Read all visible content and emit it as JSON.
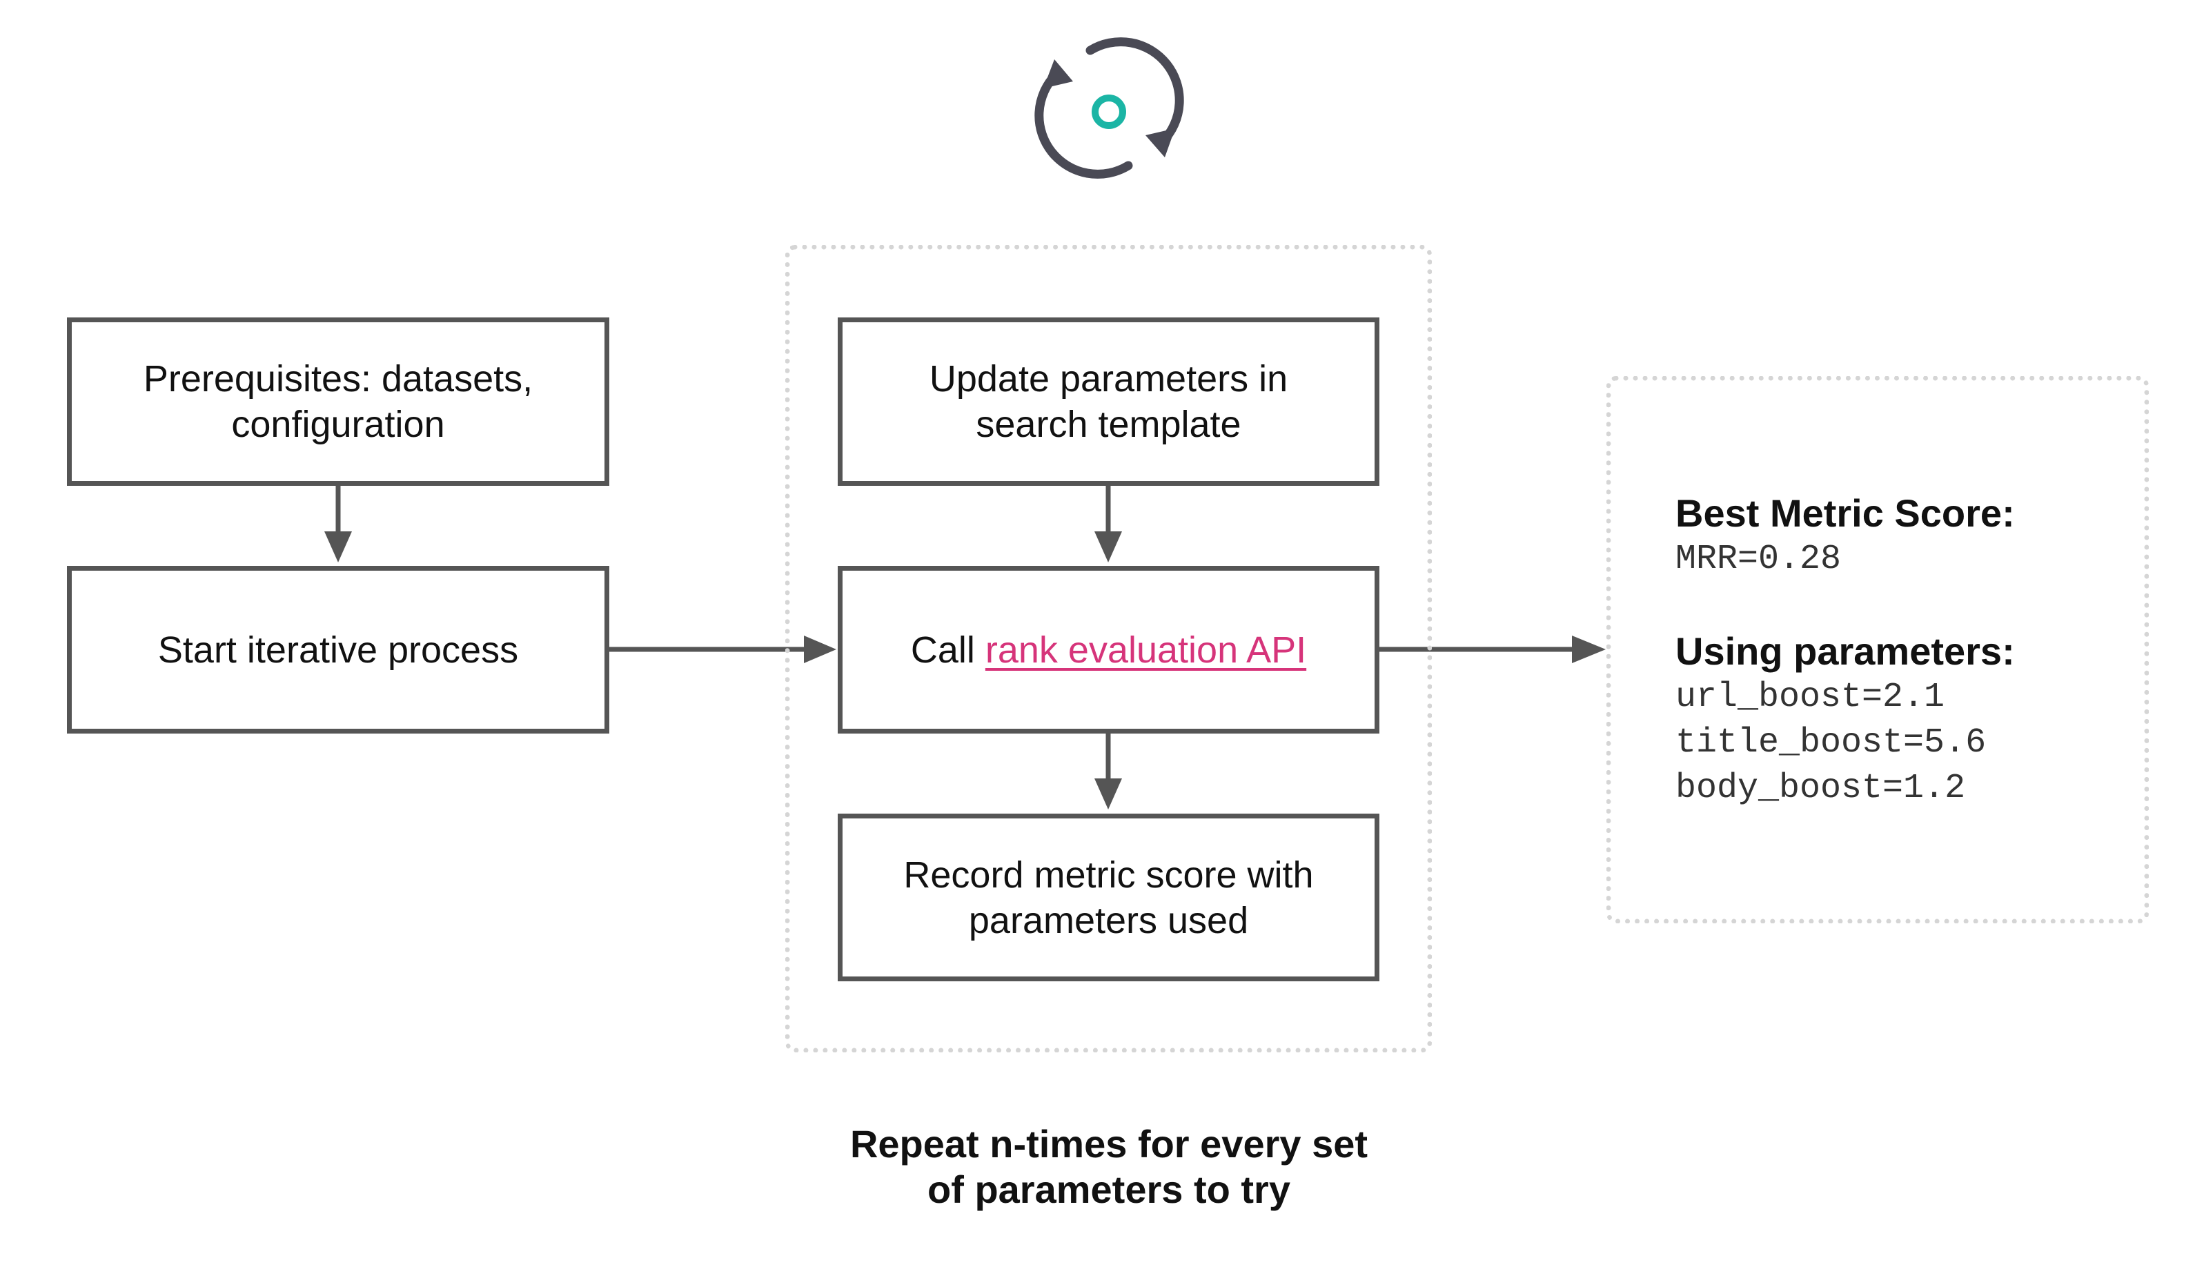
{
  "colors": {
    "box_border": "#555555",
    "arrow": "#555555",
    "link": "#d6347a",
    "cycle_icon": "#4a4a55",
    "cycle_center": "#1bb5a5",
    "dotted_frame": "#d5d5d5"
  },
  "icons": {
    "top": "cycle-refresh-icon"
  },
  "left": {
    "prereq_line1": "Prerequisites: datasets,",
    "prereq_line2": "configuration",
    "start": "Start iterative process"
  },
  "loop": {
    "update_line1": "Update parameters in",
    "update_line2": "search template",
    "call_prefix": "Call ",
    "call_link": "rank evaluation API",
    "record_line1": "Record metric score with",
    "record_line2": "parameters used",
    "caption_line1": "Repeat n-times for every set",
    "caption_line2": "of parameters to try"
  },
  "result": {
    "best_heading": "Best Metric Score:",
    "best_value": "MRR=0.28",
    "params_heading": "Using parameters:",
    "params": [
      "url_boost=2.1",
      "title_boost=5.6",
      "body_boost=1.2"
    ]
  }
}
